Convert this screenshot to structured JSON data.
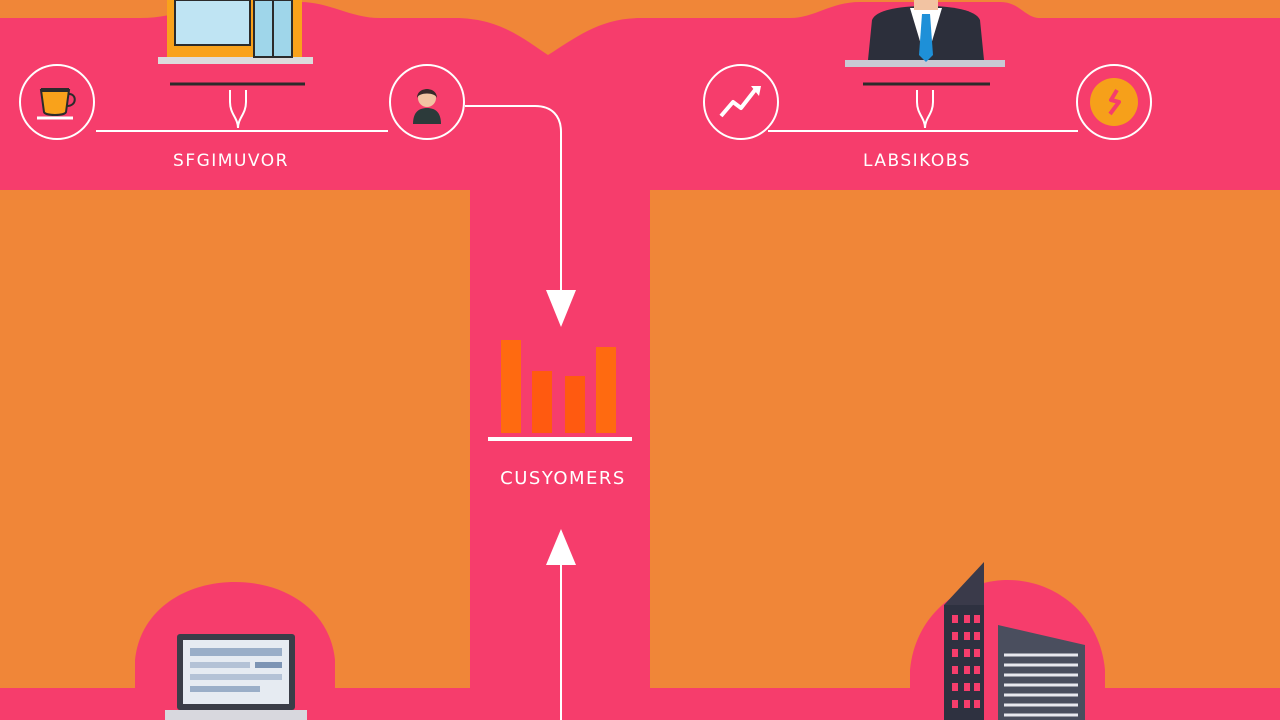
{
  "colors": {
    "background_orange": "#f08638",
    "flow_pink": "#f63d6c",
    "line_white": "#ffffff",
    "bar_orange": "#ff6a10"
  },
  "labels": {
    "left_group": "SFGIMUVOR",
    "right_group": "LABSIKOBS",
    "center": "CUSYOMERS"
  },
  "icons": {
    "left_top": "storefront-icon",
    "left_node_1": "coffee-cup-icon",
    "left_node_2": "person-icon",
    "right_top": "businessman-icon",
    "right_node_1": "trend-chart-icon",
    "right_node_2": "coin-icon",
    "center": "bar-chart-icon",
    "bottom_left": "laptop-icon",
    "bottom_right": "office-buildings-icon"
  }
}
